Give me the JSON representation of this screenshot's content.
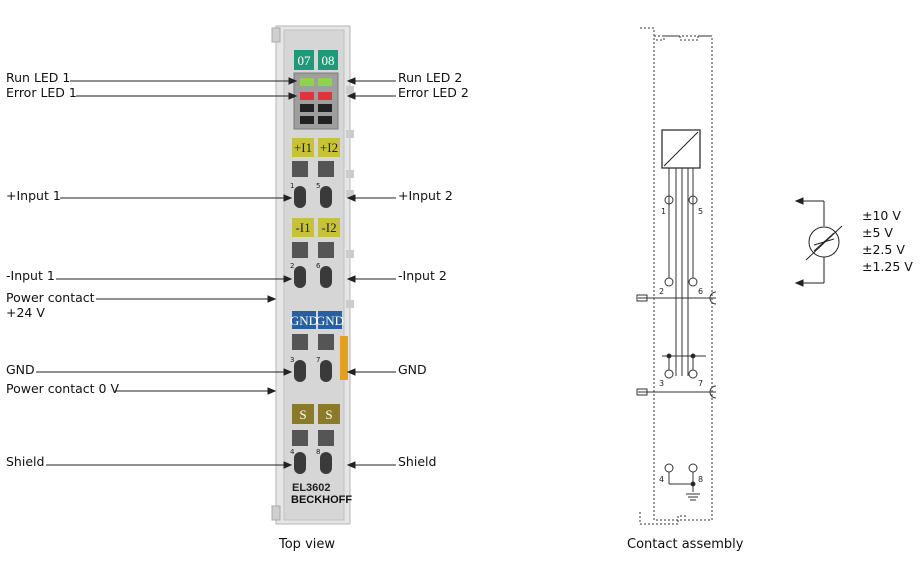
{
  "left_labels": {
    "run_led_1": "Run LED 1",
    "error_led_1": "Error LED 1",
    "input_plus_1": "+Input 1",
    "input_minus_1": "-Input 1",
    "power_contact_24_line1": "Power contact",
    "power_contact_24_line2": "+24 V",
    "gnd": "GND",
    "power_contact_0": "Power contact 0 V",
    "shield": "Shield"
  },
  "right_labels": {
    "run_led_2": "Run LED 2",
    "error_led_2": "Error LED 2",
    "input_plus_2": "+Input 2",
    "input_minus_2": "-Input 2",
    "gnd": "GND",
    "shield": "Shield"
  },
  "terminal": {
    "channel_1": "07",
    "channel_2": "08",
    "plus_i1": "+I1",
    "plus_i2": "+I2",
    "minus_i1": "-I1",
    "minus_i2": "-I2",
    "gnd_1": "GND",
    "gnd_2": "GND",
    "s_1": "S",
    "s_2": "S",
    "model": "EL3602",
    "brand": "BECKHOFF",
    "pins": [
      "1",
      "5",
      "2",
      "6",
      "3",
      "7",
      "4",
      "8"
    ]
  },
  "contact_pins": [
    "1",
    "5",
    "2",
    "6",
    "3",
    "7",
    "4",
    "8"
  ],
  "ranges": [
    "±10 V",
    "±5 V",
    "±2.5 V",
    "±1.25 V"
  ],
  "captions": {
    "top_view": "Top view",
    "contact_assembly": "Contact assembly"
  },
  "colors": {
    "green": "#1f9a78",
    "yellow": "#c7c23a",
    "blue": "#2a5f9e",
    "olive": "#8a7a2a",
    "body": "#d9d9d9",
    "orange": "#e1a020"
  }
}
